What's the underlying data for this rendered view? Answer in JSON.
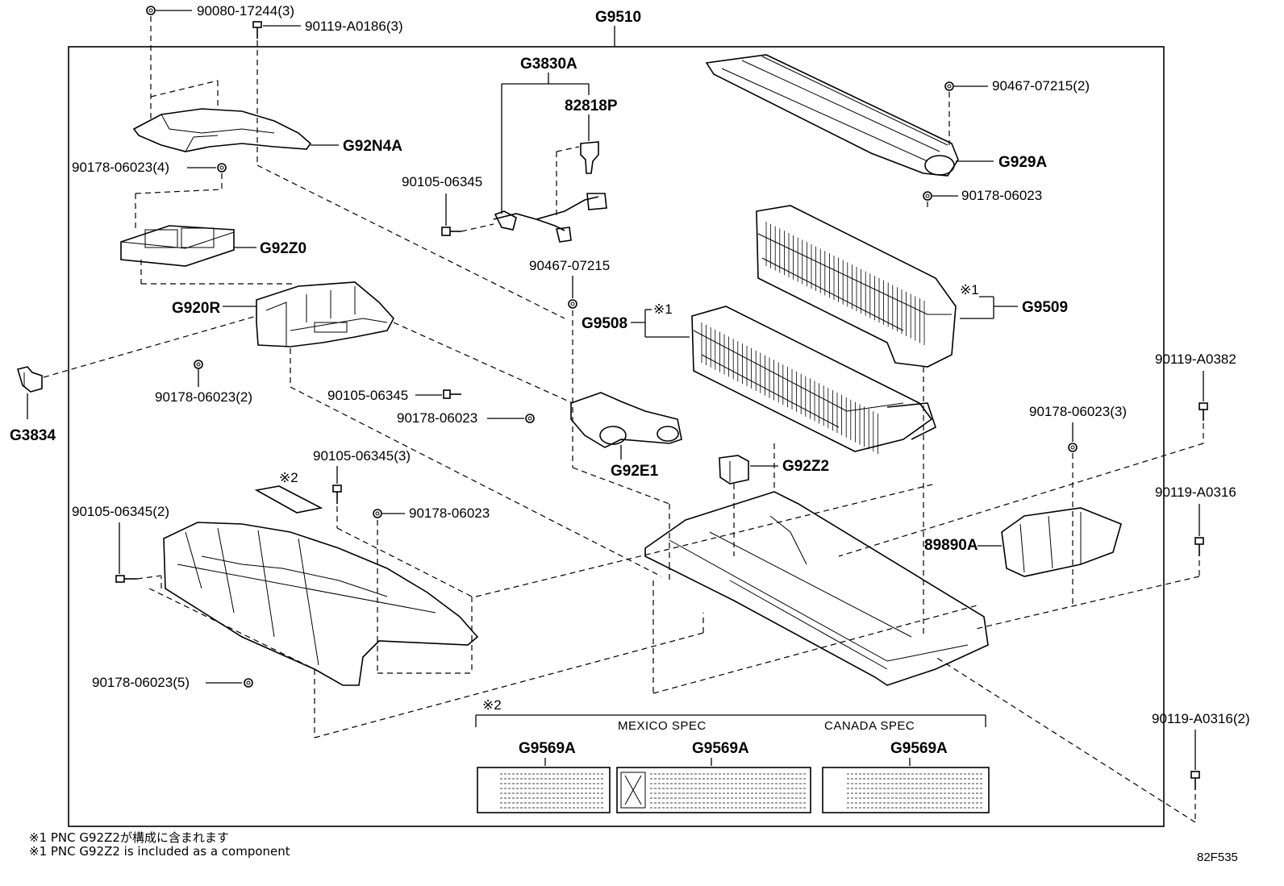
{
  "diagram": {
    "main_assembly": "G9510",
    "labels": {
      "p90080": "90080-17244(3)",
      "p90119a0186": "90119-A0186(3)",
      "g92n4a": "G92N4A",
      "p90178_4": "90178-06023(4)",
      "g92z0": "G92Z0",
      "g920r": "G920R",
      "p90178_2": "90178-06023(2)",
      "g3834": "G3834",
      "p90105_a": "90105-06345",
      "p90105_b": "90105-06345",
      "p90178_a": "90178-06023",
      "g3830a": "G3830A",
      "p82818p": "82818P",
      "p90467_a": "90467-07215",
      "g9508": "G9508",
      "mark1_a": "※1",
      "g92e1": "G92E1",
      "g92z2": "G92Z2",
      "p90467_b": "90467-07215(2)",
      "g929a": "G929A",
      "p90178_b": "90178-06023",
      "mark1_b": "※1",
      "g9509": "G9509",
      "p90119a0382": "90119-A0382",
      "p90178_3": "90178-06023(3)",
      "p90119a0316": "90119-A0316",
      "p89890a": "89890A",
      "p90119a0316_2": "90119-A0316(2)",
      "p90105_3": "90105-06345(3)",
      "mark2_a": "※2",
      "p90105_2": "90105-06345(2)",
      "p90178_c": "90178-06023",
      "p90178_5": "90178-06023(5)",
      "mark2_b": "※2",
      "mexico_spec": "MEXICO SPEC",
      "canada_spec": "CANADA SPEC",
      "g9569a_1": "G9569A",
      "g9569a_2": "G9569A",
      "g9569a_3": "G9569A"
    }
  },
  "notes": {
    "note_jp": "※1 PNC G92Z2が構成に含まれます",
    "note_en": "※1 PNC G92Z2 is included as a component"
  },
  "drawing_code": "82F535"
}
